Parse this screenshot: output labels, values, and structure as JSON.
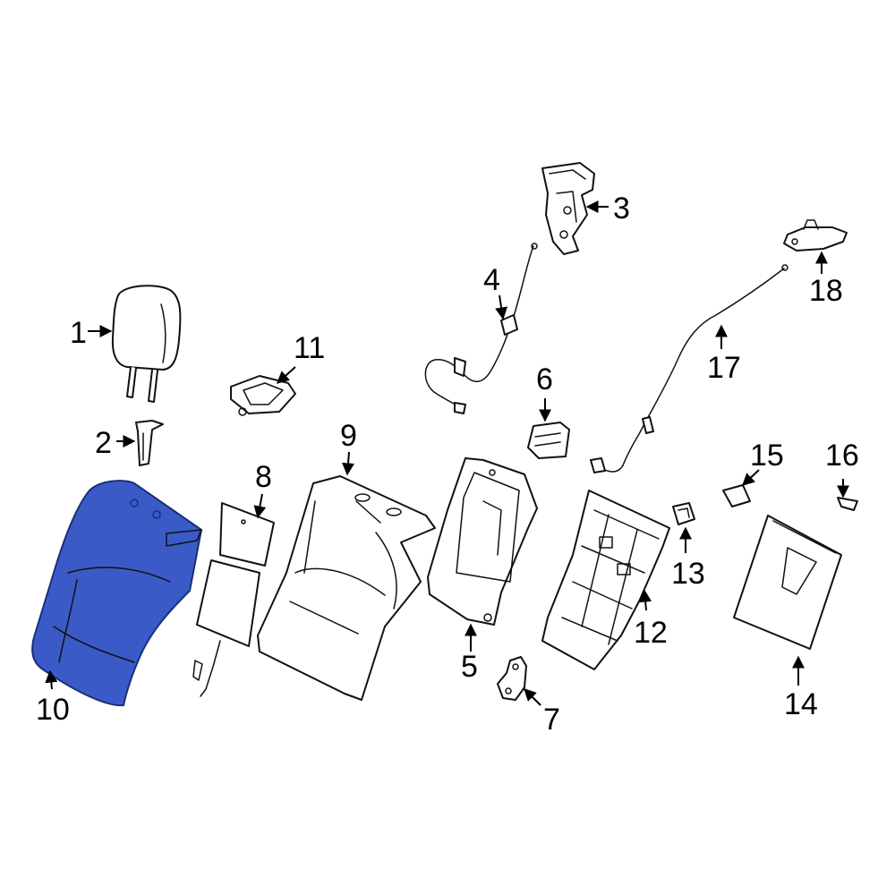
{
  "colors": {
    "background": "#ffffff",
    "line": "#111111",
    "highlight": "#3a5bc7",
    "highlight_stroke": "#1a2f7a"
  },
  "highlighted_part": "10",
  "callouts": {
    "c1": "1",
    "c2": "2",
    "c3": "3",
    "c4": "4",
    "c5": "5",
    "c6": "6",
    "c7": "7",
    "c8": "8",
    "c9": "9",
    "c10": "10",
    "c11": "11",
    "c12": "12",
    "c13": "13",
    "c14": "14",
    "c15": "15",
    "c16": "16",
    "c17": "17",
    "c18": "18"
  }
}
